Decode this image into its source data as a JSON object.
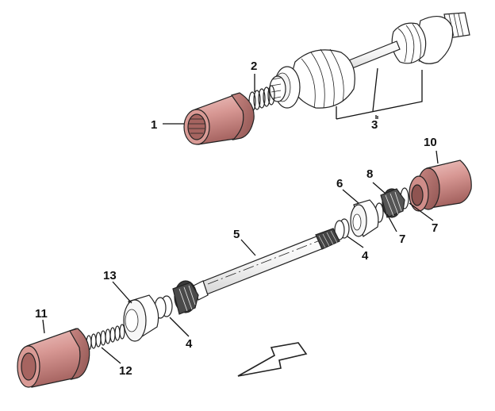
{
  "labels": {
    "l1": "1",
    "l2": "2",
    "l3": "3",
    "l4a": "4",
    "l4b": "4",
    "l5": "5",
    "l6": "6",
    "l7a": "7",
    "l7b": "7",
    "l8": "8",
    "l10": "10",
    "l11": "11",
    "l12": "12",
    "l13": "13"
  },
  "colors": {
    "sleeve_light": "#e7b4b1",
    "sleeve_mid": "#cd8a86",
    "sleeve_dark": "#9d5f5c",
    "line": "#222222",
    "metal": "#ffffff"
  },
  "icons": {
    "direction": "arrow-left-down-icon"
  }
}
